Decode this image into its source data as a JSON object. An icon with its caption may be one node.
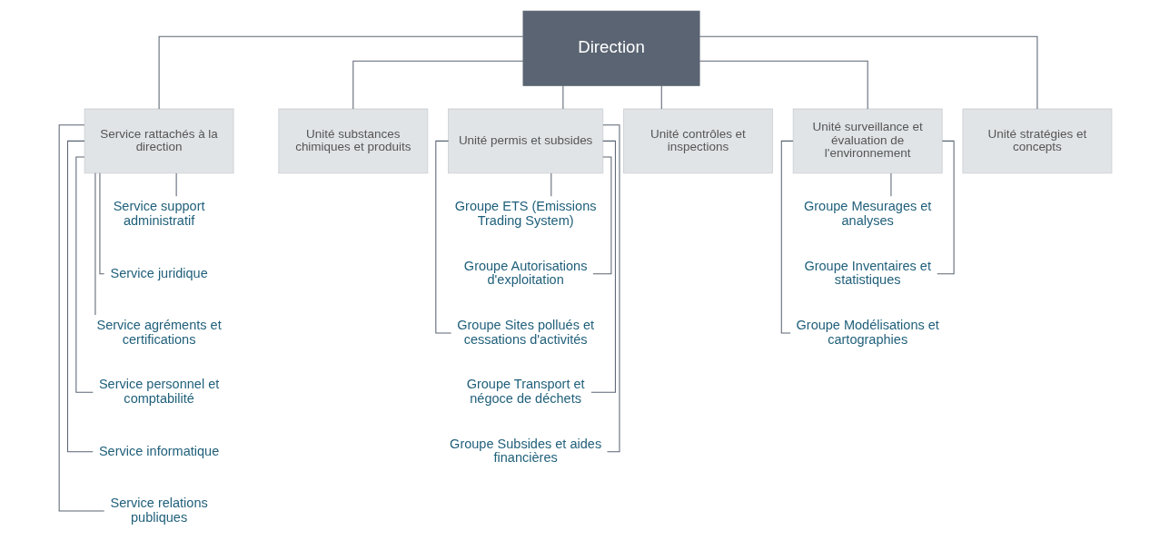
{
  "diagram": {
    "nodes": [
      {
        "text": [
          "Direction"
        ]
      },
      {
        "text": [
          "Service rattachés à la direction"
        ]
      },
      {
        "text": [
          "Unité substances chimiques et produits"
        ]
      },
      {
        "text": [
          "Unité permis et subsides"
        ]
      },
      {
        "text": [
          "Unité contrôles et inspections"
        ]
      },
      {
        "text": [
          "Unité surveillance et évaluation de l'environnement"
        ]
      },
      {
        "text": [
          "Unité stratégies et concepts"
        ]
      },
      {
        "text": [
          "Service support administratif"
        ]
      },
      {
        "text": [
          "Service juridique"
        ]
      },
      {
        "text": [
          "Service agréments et certifications"
        ]
      },
      {
        "text": [
          "Service personnel et comptabilité"
        ]
      },
      {
        "text": [
          "Service informatique"
        ]
      },
      {
        "text": [
          "Service relations publiques"
        ]
      },
      {
        "text": [
          "Groupe ETS (Emissions Trading System)"
        ]
      },
      {
        "text": [
          "Groupe Autorisations d'exploitation"
        ]
      },
      {
        "text": [
          "Groupe Sites pollués et cessations d'activités"
        ]
      },
      {
        "text": [
          "Groupe Transport et négoce de déchets"
        ]
      },
      {
        "text": [
          "Groupe Subsides et aides financières"
        ]
      },
      {
        "text": [
          "Groupe Mesurages et analyses"
        ]
      },
      {
        "text": [
          "Groupe Inventaires et statistiques"
        ]
      },
      {
        "text": [
          "Groupe Modélisations et cartographies"
        ]
      }
    ],
    "edges": [
      {
        "from": 0,
        "to": 1,
        "arrow": "none"
      },
      {
        "from": 0,
        "to": 2,
        "arrow": "none"
      },
      {
        "from": 0,
        "to": 3,
        "arrow": "none"
      },
      {
        "from": 0,
        "to": 4,
        "arrow": "none"
      },
      {
        "from": 0,
        "to": 5,
        "arrow": "none"
      },
      {
        "from": 0,
        "to": 6,
        "arrow": "none"
      },
      {
        "from": 1,
        "to": 7,
        "arrow": "none"
      },
      {
        "from": 1,
        "to": 8,
        "arrow": "none"
      },
      {
        "from": 1,
        "to": 9,
        "arrow": "none"
      },
      {
        "from": 1,
        "to": 10,
        "arrow": "none"
      },
      {
        "from": 1,
        "to": 11,
        "arrow": "none"
      },
      {
        "from": 1,
        "to": 12,
        "arrow": "none"
      },
      {
        "from": 3,
        "to": 13,
        "arrow": "none"
      },
      {
        "from": 3,
        "to": 14,
        "arrow": "none"
      },
      {
        "from": 3,
        "to": 15,
        "arrow": "none"
      },
      {
        "from": 3,
        "to": 16,
        "arrow": "none"
      },
      {
        "from": 3,
        "to": 17,
        "arrow": "none"
      },
      {
        "from": 5,
        "to": 18,
        "arrow": "none"
      },
      {
        "from": 5,
        "to": 19,
        "arrow": "none"
      },
      {
        "from": 5,
        "to": 20,
        "arrow": "none"
      }
    ]
  }
}
